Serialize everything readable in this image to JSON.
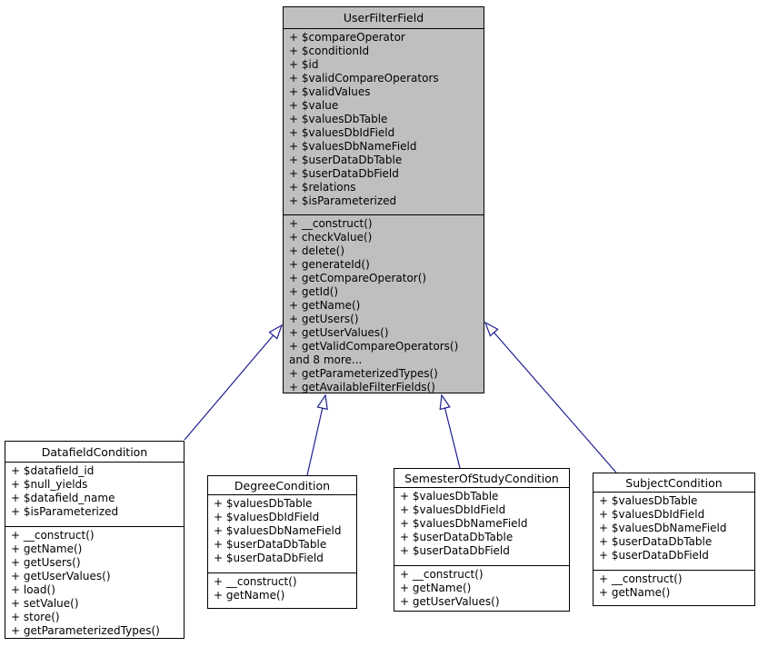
{
  "diagram": {
    "type": "uml-class-inheritance",
    "colors": {
      "background": "#FFFFFF",
      "base_class_fill": "#BFBFBF",
      "derived_class_fill": "#FFFFFF",
      "border": "#000000",
      "text": "#000000",
      "arrow": "#1F1F8F"
    },
    "classes": [
      {
        "id": "userfilterfield",
        "name": "UserFilterField",
        "attributes": [
          "+ $compareOperator",
          "+ $conditionId",
          "+ $id",
          "+ $validCompareOperators",
          "+ $validValues",
          "+ $value",
          "+ $valuesDbTable",
          "+ $valuesDbIdField",
          "+ $valuesDbNameField",
          "+ $userDataDbTable",
          "+ $userDataDbField",
          "+ $relations",
          "+ $isParameterized"
        ],
        "methods": [
          "+ __construct()",
          "+ checkValue()",
          "+ delete()",
          "+ generateId()",
          "+ getCompareOperator()",
          "+ getId()",
          "+ getName()",
          "+ getUsers()",
          "+ getUserValues()",
          "+ getValidCompareOperators()",
          "and 8 more...",
          "+ getParameterizedTypes()",
          "+ getAvailableFilterFields()"
        ]
      },
      {
        "id": "datafieldcondition",
        "name": "DatafieldCondition",
        "attributes": [
          "+ $datafield_id",
          "+ $null_yields",
          "+ $datafield_name",
          "+ $isParameterized"
        ],
        "methods": [
          "+ __construct()",
          "+ getName()",
          "+ getUsers()",
          "+ getUserValues()",
          "+ load()",
          "+ setValue()",
          "+ store()",
          "+ getParameterizedTypes()"
        ]
      },
      {
        "id": "degreecondition",
        "name": "DegreeCondition",
        "attributes": [
          "+ $valuesDbTable",
          "+ $valuesDbIdField",
          "+ $valuesDbNameField",
          "+ $userDataDbTable",
          "+ $userDataDbField"
        ],
        "methods": [
          "+ __construct()",
          "+ getName()"
        ]
      },
      {
        "id": "semesterofstudycondition",
        "name": "SemesterOfStudyCondition",
        "attributes": [
          "+ $valuesDbTable",
          "+ $valuesDbIdField",
          "+ $valuesDbNameField",
          "+ $userDataDbTable",
          "+ $userDataDbField"
        ],
        "methods": [
          "+ __construct()",
          "+ getName()",
          "+ getUserValues()"
        ]
      },
      {
        "id": "subjectcondition",
        "name": "SubjectCondition",
        "attributes": [
          "+ $valuesDbTable",
          "+ $valuesDbIdField",
          "+ $valuesDbNameField",
          "+ $userDataDbTable",
          "+ $userDataDbField"
        ],
        "methods": [
          "+ __construct()",
          "+ getName()"
        ]
      }
    ],
    "relations": [
      {
        "type": "inheritance",
        "from": "DatafieldCondition",
        "to": "UserFilterField"
      },
      {
        "type": "inheritance",
        "from": "DegreeCondition",
        "to": "UserFilterField"
      },
      {
        "type": "inheritance",
        "from": "SemesterOfStudyCondition",
        "to": "UserFilterField"
      },
      {
        "type": "inheritance",
        "from": "SubjectCondition",
        "to": "UserFilterField"
      }
    ]
  }
}
